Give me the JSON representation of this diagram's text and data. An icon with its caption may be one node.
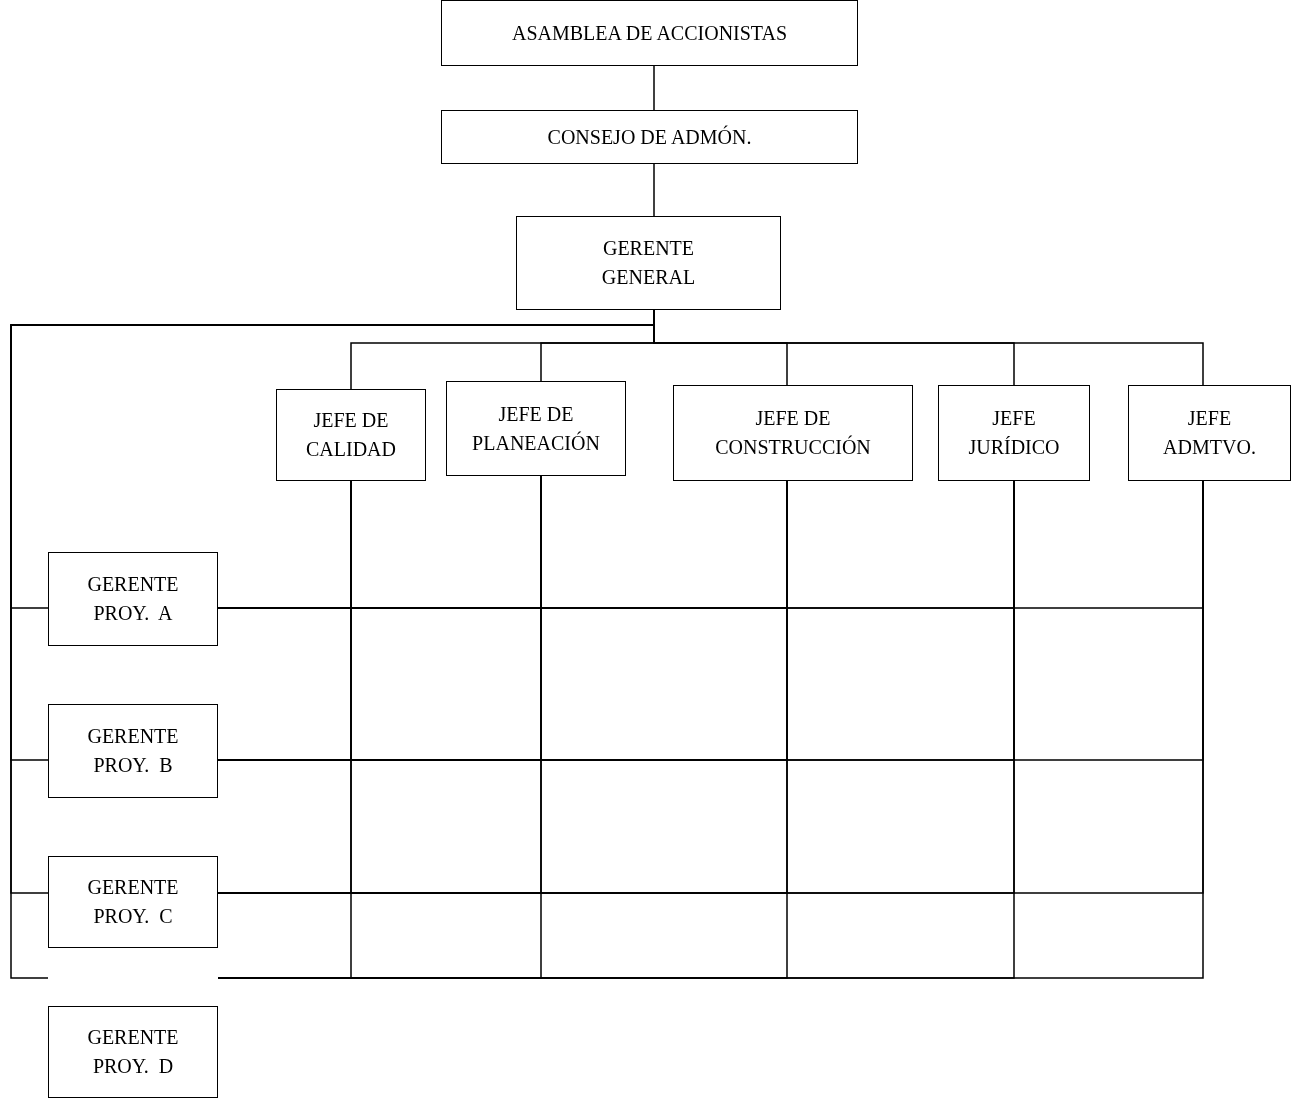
{
  "diagram": {
    "nodes": [
      {
        "text": [
          "ASAMBLEA DE ACCIONISTAS"
        ]
      },
      {
        "text": [
          "CONSEJO DE ADMÓN."
        ]
      },
      {
        "text": [
          "GERENTE GENERAL"
        ]
      },
      {
        "text": [
          "JEFE DE CALIDAD"
        ]
      },
      {
        "text": [
          "JEFE DE PLANEACIÓN"
        ]
      },
      {
        "text": [
          "JEFE DE CONSTRUCCIÓN"
        ]
      },
      {
        "text": [
          "JEFE JURÍDICO"
        ]
      },
      {
        "text": [
          "JEFE ADMTVO."
        ]
      },
      {
        "text": [
          "GERENTE PROY.  A"
        ]
      },
      {
        "text": [
          "GERENTE PROY.  B"
        ]
      },
      {
        "text": [
          "GERENTE PROY.  C"
        ]
      },
      {
        "text": [
          "GERENTE PROY.  D"
        ]
      }
    ],
    "edges": [
      {
        "from": 0,
        "to": 1,
        "arrow": "none"
      },
      {
        "from": 1,
        "to": 2,
        "arrow": "none"
      },
      {
        "from": 2,
        "to": 3,
        "arrow": "none"
      },
      {
        "from": 2,
        "to": 4,
        "arrow": "none"
      },
      {
        "from": 2,
        "to": 5,
        "arrow": "none"
      },
      {
        "from": 2,
        "to": 6,
        "arrow": "none"
      },
      {
        "from": 2,
        "to": 7,
        "arrow": "none"
      },
      {
        "from": 2,
        "to": 8,
        "arrow": "none"
      },
      {
        "from": 2,
        "to": 9,
        "arrow": "none"
      },
      {
        "from": 2,
        "to": 10,
        "arrow": "none"
      },
      {
        "from": 2,
        "to": 11,
        "arrow": "none"
      },
      {
        "from": 3,
        "to": 8,
        "arrow": "none"
      },
      {
        "from": 4,
        "to": 8,
        "arrow": "none"
      },
      {
        "from": 5,
        "to": 8,
        "arrow": "none"
      },
      {
        "from": 6,
        "to": 8,
        "arrow": "none"
      },
      {
        "from": 7,
        "to": 8,
        "arrow": "none"
      },
      {
        "from": 3,
        "to": 9,
        "arrow": "none"
      },
      {
        "from": 4,
        "to": 9,
        "arrow": "none"
      },
      {
        "from": 5,
        "to": 9,
        "arrow": "none"
      },
      {
        "from": 6,
        "to": 9,
        "arrow": "none"
      },
      {
        "from": 7,
        "to": 9,
        "arrow": "none"
      },
      {
        "from": 3,
        "to": 10,
        "arrow": "none"
      },
      {
        "from": 4,
        "to": 10,
        "arrow": "none"
      },
      {
        "from": 5,
        "to": 10,
        "arrow": "none"
      },
      {
        "from": 6,
        "to": 10,
        "arrow": "none"
      },
      {
        "from": 7,
        "to": 10,
        "arrow": "none"
      },
      {
        "from": 3,
        "to": 11,
        "arrow": "none"
      },
      {
        "from": 4,
        "to": 11,
        "arrow": "none"
      },
      {
        "from": 5,
        "to": 11,
        "arrow": "none"
      },
      {
        "from": 6,
        "to": 11,
        "arrow": "none"
      },
      {
        "from": 7,
        "to": 11,
        "arrow": "none"
      }
    ]
  }
}
